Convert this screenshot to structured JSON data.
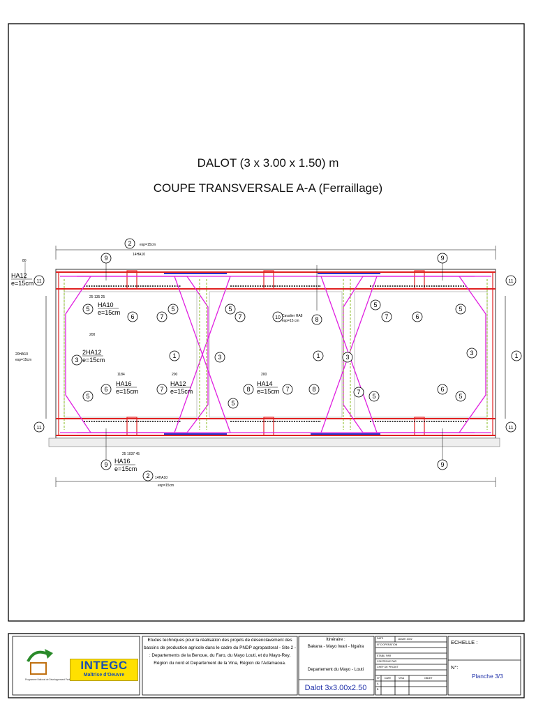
{
  "title": {
    "line1": "DALOT (3 x 3.00 x 1.50) m",
    "line2": "COUPE TRANSVERSALE A-A (Ferraillage)"
  },
  "drawing": {
    "top_bar_label": "14HA10",
    "top_bar_spacing": "esp=15cm",
    "bottom_bar_label": "14HA10",
    "bottom_bar_spacing": "esp=15cm",
    "left_wall_label": "20HA10",
    "left_wall_spacing": "esp=15cm",
    "dim_80": "80",
    "dim_200_a": "200",
    "dim_200_b": "200",
    "dim_200_c": "200",
    "dim_200_d": "200",
    "dim_1184": "1184",
    "bottom_detail": "25  1037  45",
    "stirrup_dims_top": "25     135     25",
    "cavalier": "Cavalier HA8",
    "cavalier_spacing": "esp=15 cm",
    "callouts": [
      {
        "marker": "11",
        "bar": "HA12",
        "spacing": "e=15cm"
      },
      {
        "marker": "5",
        "bar": "HA10",
        "spacing": "e=15cm"
      },
      {
        "marker": "3",
        "bar": "2HA12",
        "spacing": "e=15cm"
      },
      {
        "marker": "6",
        "bar": "HA16",
        "spacing": "e=15cm"
      },
      {
        "marker": "7",
        "bar": "HA12",
        "spacing": "e=15cm"
      },
      {
        "marker": "8",
        "bar": "HA14",
        "spacing": "e=15cm"
      },
      {
        "marker": "9",
        "bar": "HA16",
        "spacing": "e=15cm"
      }
    ],
    "marks": [
      "1",
      "2",
      "3",
      "5",
      "6",
      "7",
      "8",
      "9",
      "10",
      "11"
    ]
  },
  "title_block": {
    "logo_brand": "INTEGC",
    "logo_sub": "Maîtrise d'Oeuvre",
    "pndp_caption": "Programme National de Développement Participatif",
    "description": "Etudes techniques pour la réalisation des projets de désenclavement des bassins de production agricole dans le cadre du PNDP agropastoral - Site 2 - : Departements de la Benoue, du Faro, du Mayo Louti, et du Mayo-Rey, Région du nord et Departement de la Vina, Région de l'Adamaoua.",
    "itineraire_label": "Itinéraire :",
    "itineraire_value": "Bakana - Mayo Iwari - Ngaïra",
    "departement": "Departement du Mayo - Louti",
    "drawing_name": "Dalot 3x3.00x2.50",
    "fields": {
      "date": "DATE",
      "date_value": "Janvier 2022",
      "operation": "N° D'OPERATION",
      "etabli_par": "ETABLI PAR",
      "controle_par": "CONTROLE PAR",
      "chef_projet": "CHEF DE PROJET",
      "rev_no": "N°",
      "rev_date": "DATE",
      "rev_visa": "VISA",
      "rev_objet": "OBJET",
      "rev_a": "A",
      "rev_b": "B"
    },
    "echelle": "ECHELLE :",
    "numero": "N°:",
    "planche": "Planche 3/3"
  }
}
